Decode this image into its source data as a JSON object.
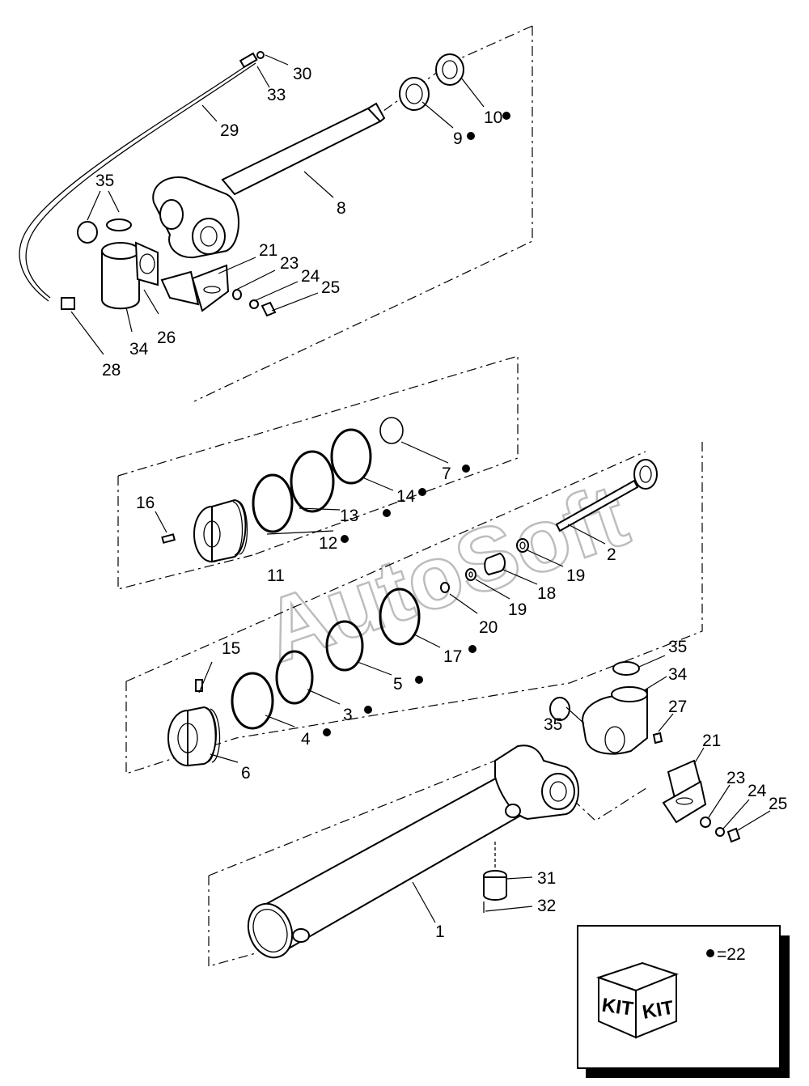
{
  "labels": {
    "l1": "1",
    "l2": "2",
    "l3": "3",
    "l4": "4",
    "l5": "5",
    "l6": "6",
    "l7": "7",
    "l8": "8",
    "l9": "9",
    "l10": "10",
    "l11": "11",
    "l12": "12",
    "l13": "13",
    "l14": "14",
    "l15": "15",
    "l16": "16",
    "l17": "17",
    "l18": "18",
    "l19a": "19",
    "l19b": "19",
    "l20": "20",
    "l21a": "21",
    "l21b": "21",
    "l23a": "23",
    "l23b": "23",
    "l24a": "24",
    "l24b": "24",
    "l25a": "25",
    "l25b": "25",
    "l26": "26",
    "l27": "27",
    "l28": "28",
    "l29": "29",
    "l30": "30",
    "l31": "31",
    "l32": "32",
    "l33": "33",
    "l34a": "34",
    "l34b": "34",
    "l35a": "35",
    "l35b": "35",
    "l35c": "35"
  },
  "legend": {
    "kit_front": "KIT",
    "kit_side": "KIT",
    "note": "=22"
  },
  "watermark": "AutoSoft"
}
